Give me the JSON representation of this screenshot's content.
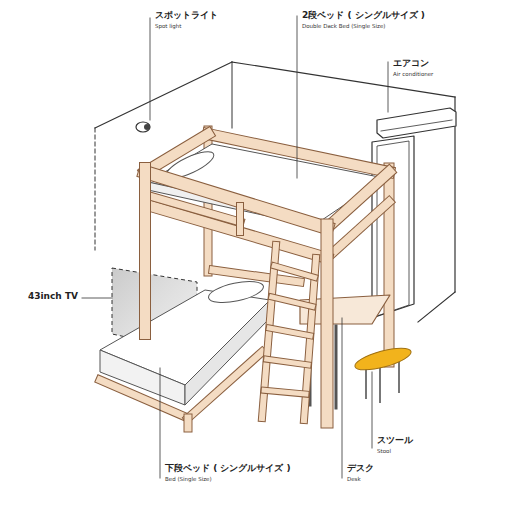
{
  "diagram": {
    "labels": [
      "スポットライト",
      "Spot light",
      "2段ベッド ( シングルサイズ )",
      "Double Dack Bed (Single Size)",
      "エアコン",
      "Air conditioner",
      "43inch TV",
      "スツール",
      "Stool",
      "デスク",
      "Desk",
      "下段ベッド ( シングルサイズ )",
      "Bed (Single Size)"
    ]
  }
}
